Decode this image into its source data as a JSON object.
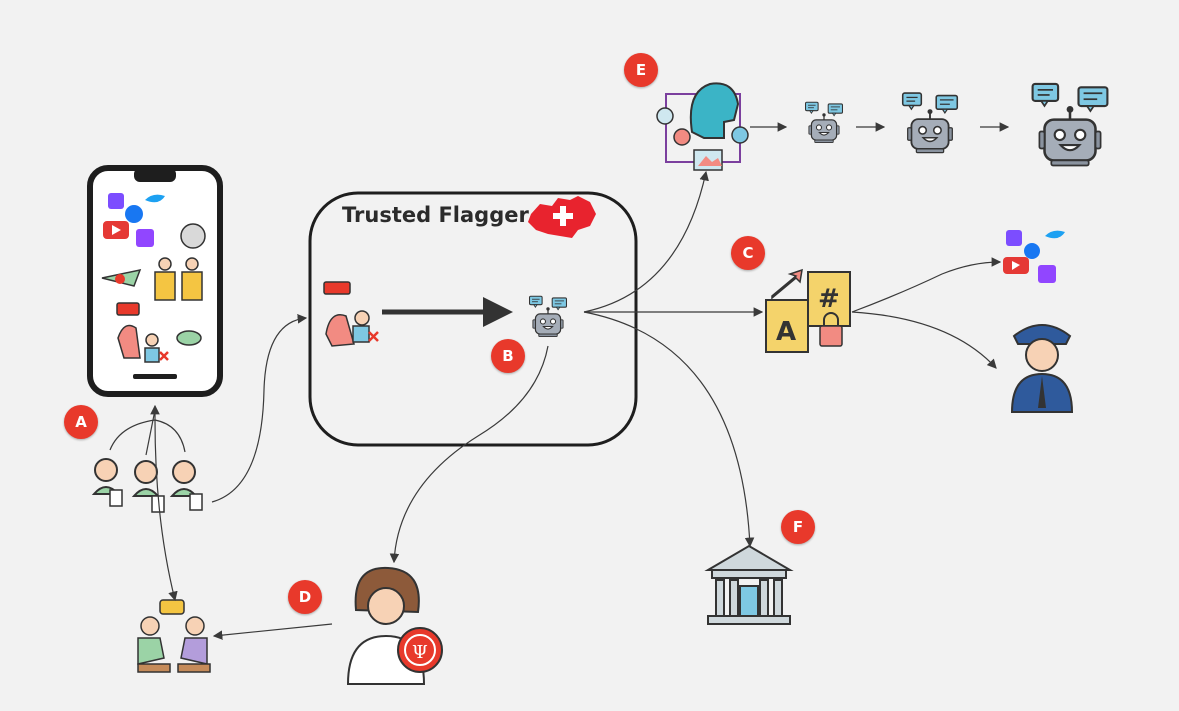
{
  "trusted_flagger": {
    "title": "Trusted Flagger"
  },
  "badges": {
    "a": "A",
    "b": "B",
    "c": "C",
    "d": "D",
    "e": "E",
    "f": "F"
  },
  "colors": {
    "badge": "#e8392b",
    "background": "#f2f2f2",
    "arrow": "#3a3a3a",
    "swiss_red": "#e8232e"
  },
  "icons": [
    "smartphone-social-media-icon",
    "reporter-icon",
    "robot-icon",
    "ai-brain-icon",
    "confidential-document-icon",
    "police-officer-icon",
    "court-building-icon",
    "psychologist-icon",
    "counseling-session-icon",
    "users-group-icon",
    "social-media-logos-icon"
  ]
}
